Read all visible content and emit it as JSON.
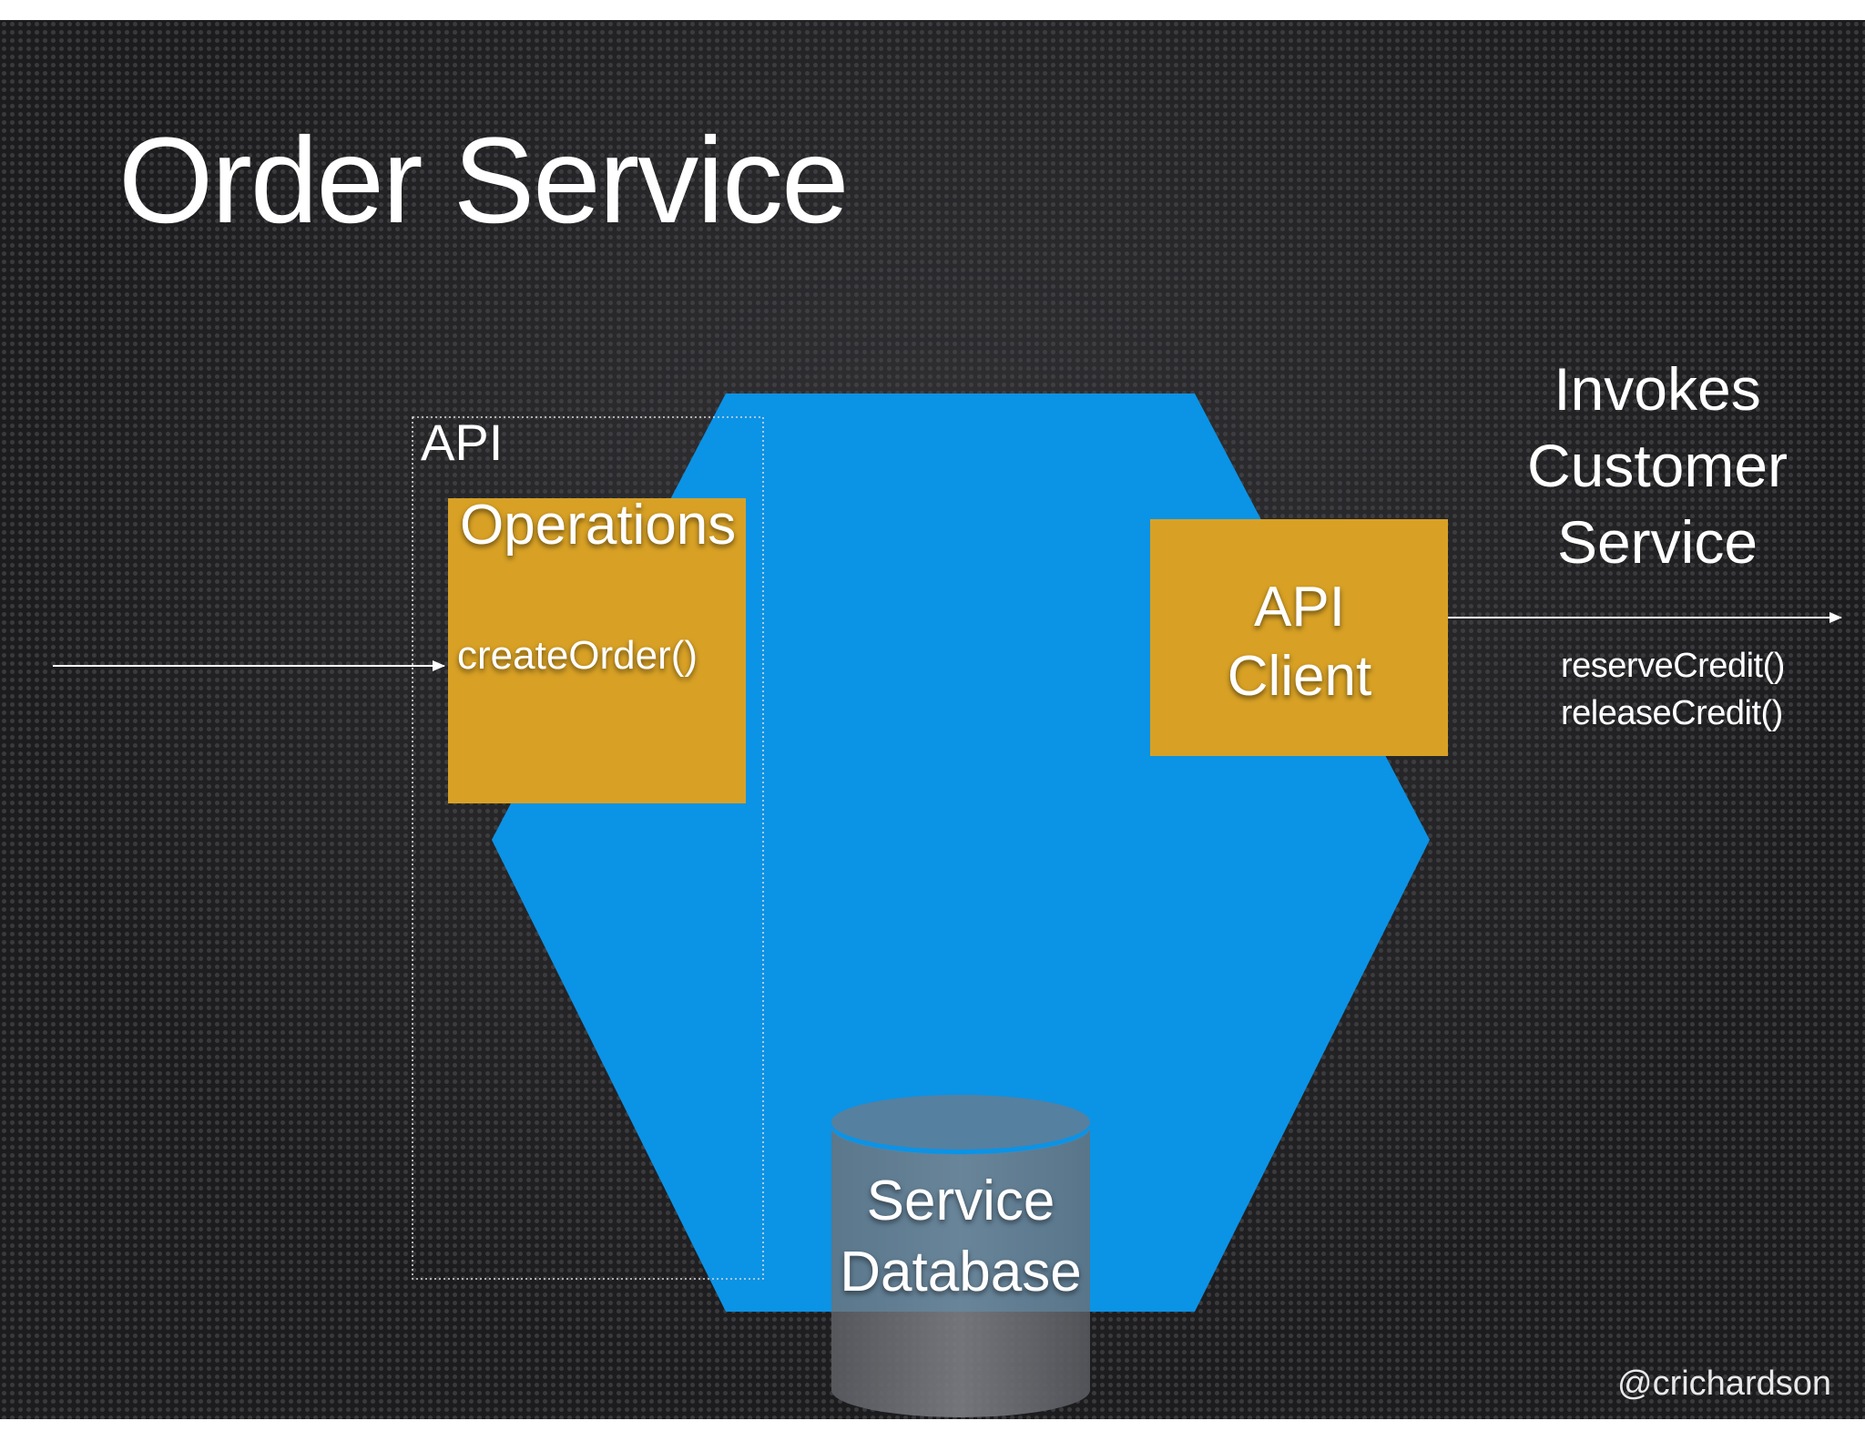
{
  "slide": {
    "title": "Order Service",
    "handle": "@crichardson"
  },
  "api_box": {
    "label": "API",
    "operations": {
      "title": "Operations",
      "method": "createOrder()"
    }
  },
  "api_client": {
    "line1": "API",
    "line2": "Client"
  },
  "invokes": {
    "lines": [
      "Invokes",
      "Customer",
      "Service"
    ],
    "methods": [
      "reserveCredit()",
      "releaseCredit()"
    ]
  },
  "database": {
    "line1": "Service",
    "line2": "Database"
  },
  "colors": {
    "hexagon": "#0b93e6",
    "box": "#d8a125",
    "db_body": "#707277",
    "db_top": "#5d7f99",
    "arrow": "#ffffff"
  }
}
